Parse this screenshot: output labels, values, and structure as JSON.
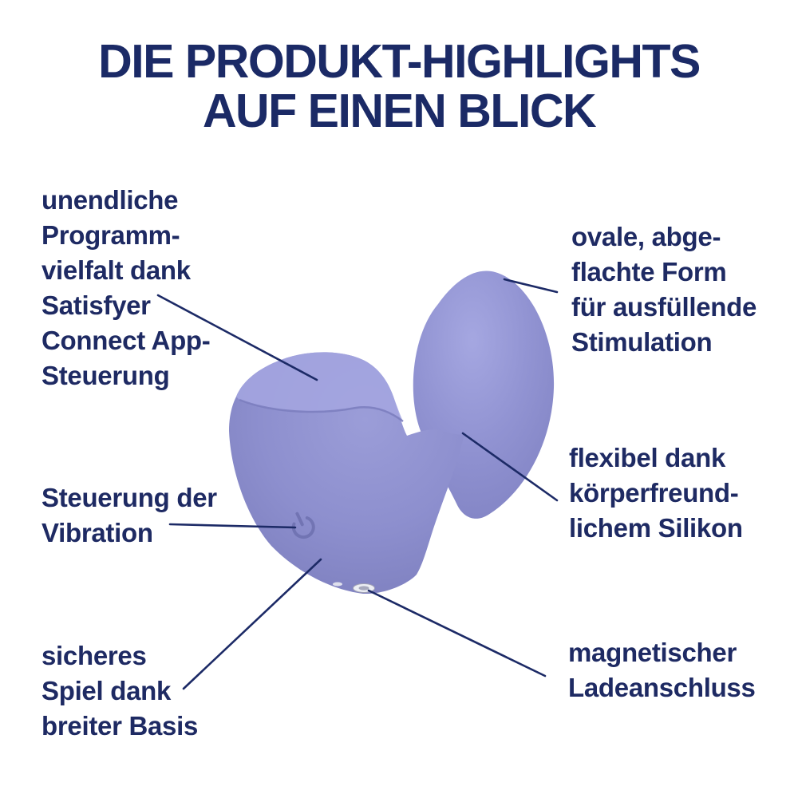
{
  "title": {
    "line1": "DIE PRODUKT-HIGHLIGHTS",
    "line2": "AUF EINEN BLICK"
  },
  "callouts": [
    {
      "id": "app-control",
      "lines": [
        "unendliche",
        "Programm-",
        "vielfalt dank",
        "Satisfyer",
        "Connect App-",
        "Steuerung"
      ]
    },
    {
      "id": "oval-shape",
      "lines": [
        "ovale, abge-",
        "flachte Form",
        "für ausfüllende",
        "Stimulation"
      ]
    },
    {
      "id": "vibration-control",
      "lines": [
        "Steuerung der",
        "Vibration"
      ]
    },
    {
      "id": "flexible-silicone",
      "lines": [
        "flexibel dank",
        "körperfreund-",
        "lichem Silikon"
      ]
    },
    {
      "id": "safe-base",
      "lines": [
        "sicheres",
        "Spiel dank",
        "breiter Basis"
      ]
    },
    {
      "id": "magnetic-charging",
      "lines": [
        "magnetischer",
        "Ladeanschluss"
      ]
    }
  ],
  "product": {
    "description": "lilac silicone plug with oval bulb, narrow neck and wide base",
    "icons": [
      "power-icon",
      "charging-contact"
    ]
  },
  "colors": {
    "text_navy": "#1e2a63",
    "title_navy": "#1b2a66",
    "leader_line": "#1c2a66",
    "product_lilac": "#8d8fce",
    "product_lilac_light": "#a4a6e0",
    "product_lilac_dark": "#7678b6",
    "contact_silver": "#eceef4"
  }
}
